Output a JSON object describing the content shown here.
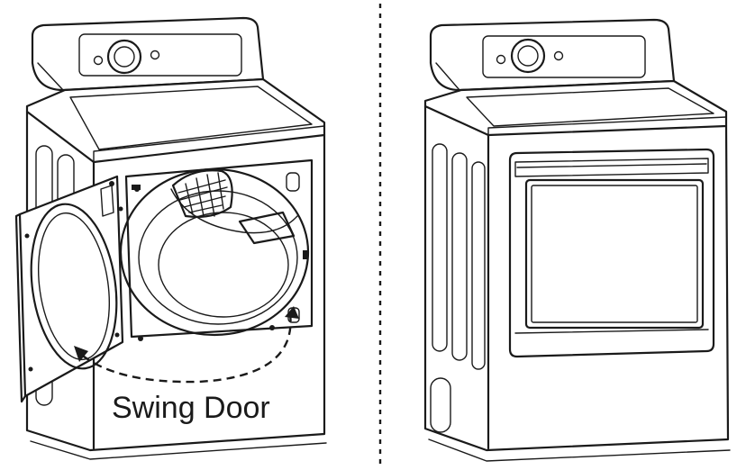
{
  "figure": {
    "caption": "Swing Door",
    "colors": {
      "line": "#1a1a1a",
      "background": "#ffffff"
    },
    "panels": [
      {
        "id": "open-door",
        "icon": "dryer-door-open-icon"
      },
      {
        "id": "closed-door",
        "icon": "dryer-door-closed-icon"
      }
    ]
  }
}
